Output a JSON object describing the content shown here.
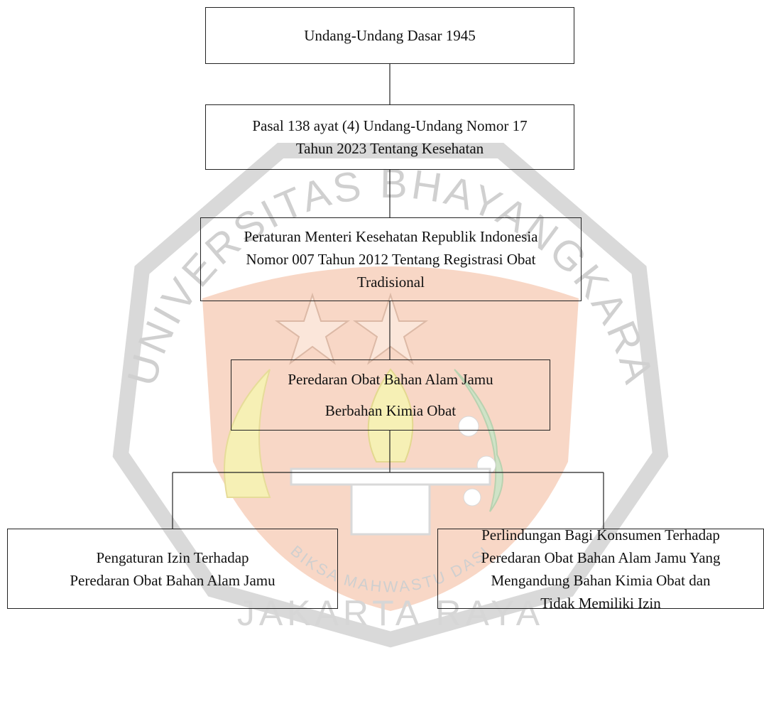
{
  "watermark": {
    "arc_top": "UNIVERSITAS BHAYANGKARA",
    "arc_bottom": "BIKSA MAHWASTU DASI",
    "city": "JAKARTA RAYA",
    "colors": {
      "shield": "#f6cdb8",
      "ring": "#d9d9d9",
      "leaf": "#cfe3c7",
      "flame": "#f6f0b5",
      "text": "#d0d0d0"
    }
  },
  "boxes": {
    "uud": {
      "lines": [
        "Undang-Undang Dasar 1945"
      ]
    },
    "pasal": {
      "lines": [
        "Pasal 138 ayat (4) Undang-Undang Nomor 17",
        "Tahun 2023 Tentang Kesehatan"
      ]
    },
    "permenkes": {
      "lines": [
        "Peraturan Menteri Kesehatan Republik Indonesia",
        "Nomor 007 Tahun 2012 Tentang Registrasi Obat",
        "Tradisional"
      ]
    },
    "peredaran": {
      "lines": [
        "Peredaran Obat Bahan Alam Jamu",
        "Berbahan Kimia Obat"
      ]
    },
    "pengaturan": {
      "lines": [
        "Pengaturan Izin Terhadap",
        "Peredaran Obat Bahan Alam Jamu"
      ]
    },
    "perlindungan": {
      "lines": [
        "Perlindungan Bagi Konsumen Terhadap",
        "Peredaran Obat Bahan Alam Jamu Yang",
        "Mengandung Bahan Kimia Obat dan",
        "Tidak Memiliki Izin"
      ]
    }
  },
  "edges": [
    {
      "from": "uud",
      "to": "pasal"
    },
    {
      "from": "pasal",
      "to": "permenkes"
    },
    {
      "from": "permenkes",
      "to": "peredaran"
    },
    {
      "from": "peredaran",
      "to": "pengaturan"
    },
    {
      "from": "peredaran",
      "to": "perlindungan"
    }
  ]
}
